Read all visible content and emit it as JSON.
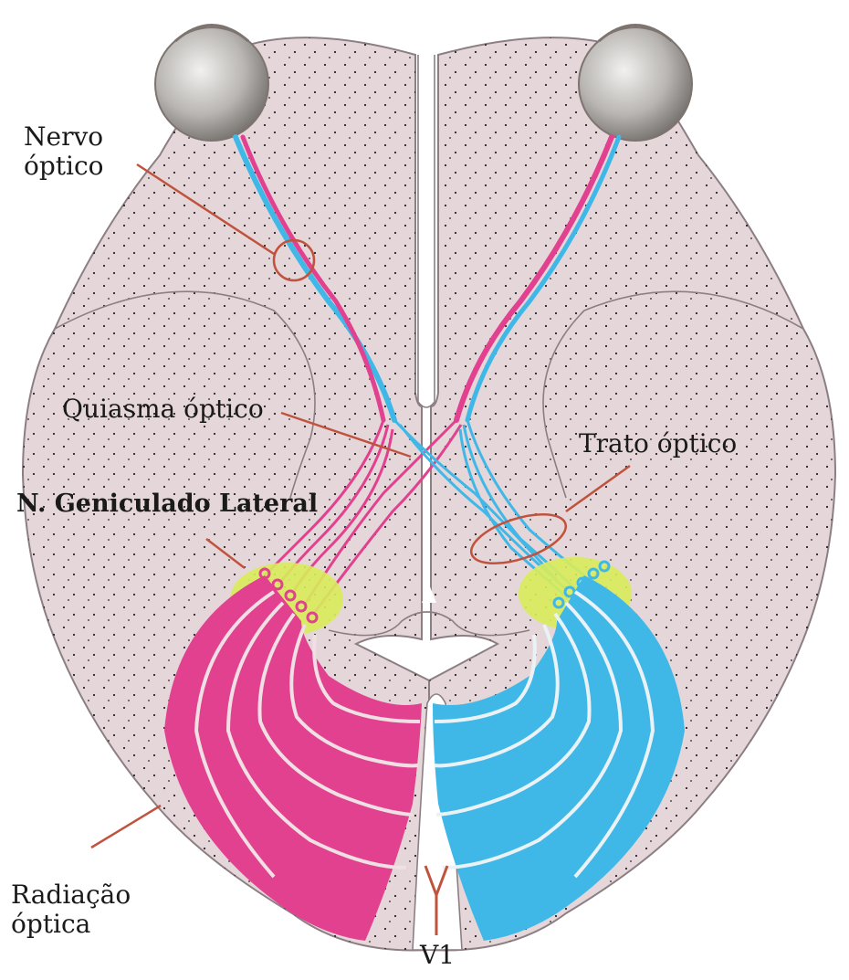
{
  "labels": {
    "optic_nerve": [
      "Nervo",
      "óptico"
    ],
    "optic_chiasm": "Quiasma óptico",
    "optic_tract": "Trato óptico",
    "lateral_geniculate": "N. Geniculado Lateral",
    "optic_radiation": [
      "Radiação",
      "óptica"
    ],
    "v1": "V1"
  },
  "colors": {
    "brain": "#e5d6d9",
    "brain_outline": "#8c7f84",
    "left_pathway": "#e2418f",
    "right_pathway": "#3fb8e8",
    "nucleus": "#d8ec5a",
    "pointer": "#c0533d",
    "eye": "#a9a6a3"
  }
}
